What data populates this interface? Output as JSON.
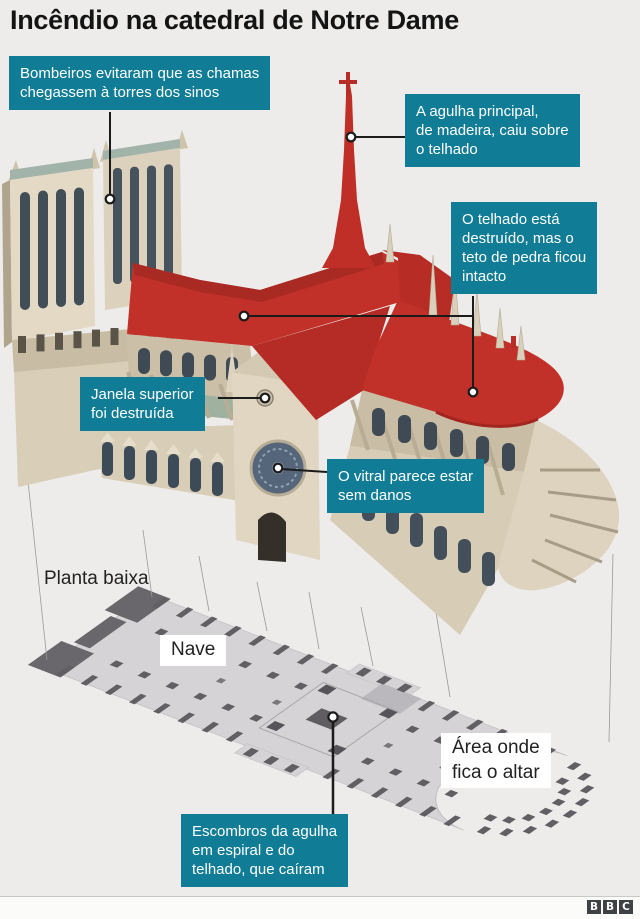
{
  "title": "Incêndio na catedral de Notre Dame",
  "colors": {
    "accent_teal": "#107c96",
    "highlight_red": "#c23129"
  },
  "callouts": {
    "bell_towers": {
      "text": "Bombeiros evitaram que as chamas\nchegassem à torres dos sinos"
    },
    "spire": {
      "text": "A agulha principal,\nde madeira, caiu sobre\no telhado"
    },
    "roof": {
      "text": "O telhado está\ndestruído, mas o\nteto de pedra ficou\nintacto"
    },
    "upper_window": {
      "text": "Janela superior\nfoi destruída"
    },
    "stained_glass": {
      "text": "O vitral parece estar\nsem danos"
    },
    "debris": {
      "text": "Escombros da agulha\nem espiral e do\ntelhado, que caíram"
    }
  },
  "floor_plan": {
    "title": "Planta baixa",
    "nave": "Nave",
    "altar": "Área onde\nfica o altar"
  },
  "footer": {
    "logo": [
      "B",
      "B",
      "C"
    ]
  }
}
